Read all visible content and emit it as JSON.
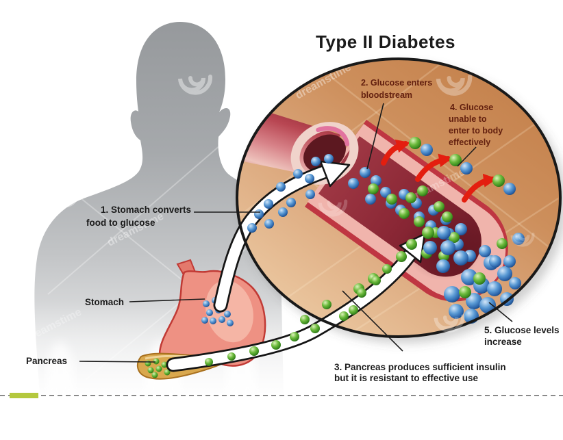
{
  "title": "Type II Diabetes",
  "labels": {
    "step1": {
      "line1": "1. Stomach converts",
      "line2": "food to glucose"
    },
    "step2": {
      "line1": "2. Glucose enters",
      "line2": "bloodstream"
    },
    "step3": {
      "line1": "3. Pancreas produces sufficient insulin",
      "line2": "but it is resistant to effective use"
    },
    "step4": {
      "line1": "4. Glucose",
      "line2": "unable to",
      "line3": "enter to body",
      "line4": "effectively"
    },
    "step5": {
      "line1": "5. Glucose levels",
      "line2": "increase"
    },
    "stomach": "Stomach",
    "pancreas": "Pancreas"
  },
  "watermark": {
    "text": "dreamstime"
  },
  "icons": {
    "glucose": "blue-sphere-glucose-molecule",
    "insulin": "green-sphere-insulin-molecule",
    "blocked_flow": "red-curved-arrow",
    "flow": "white-outlined-arrow",
    "logo": "dreamstime-spiral"
  },
  "colors": {
    "background": "#ffffff",
    "silhouette_gray": "#9a9da0",
    "circle_skin_light": "#ecc9a2",
    "circle_skin_dark": "#c5824d",
    "circle_border": "#191919",
    "vessel_outer": "#bf3642",
    "vessel_wall_pink": "#f0b4ac",
    "vessel_lumen": "#8a2735",
    "glucose_blue": "#3d78c0",
    "insulin_green": "#55a52e",
    "blocked_arrow_red": "#e41e0f",
    "flow_arrow_white": "#ffffff",
    "label_dark": "#1b1b1b",
    "label_maroon": "#63200f",
    "stomach_pink": "#ee9183",
    "stomach_border": "#c13a35",
    "pancreas_tan": "#d9a84e",
    "pancreas_border": "#a8701f",
    "divider_green": "#b4c83e"
  },
  "molecules": [
    {
      "layer": "mol-stomach",
      "color": "blue",
      "name": "glucose-molecule",
      "points": [
        [
          301,
          444,
          5
        ],
        [
          314,
          439,
          5
        ],
        [
          327,
          445,
          5
        ],
        [
          306,
          457,
          5
        ],
        [
          319,
          453,
          5
        ],
        [
          332,
          459,
          5
        ],
        [
          311,
          469,
          5
        ],
        [
          324,
          467,
          5
        ],
        [
          299,
          468,
          5
        ],
        [
          336,
          472,
          5
        ]
      ]
    },
    {
      "layer": "mol-pancreas",
      "color": "green",
      "name": "insulin-molecule",
      "points": [
        [
          216,
          531,
          4.5
        ],
        [
          228,
          528,
          4.5
        ],
        [
          240,
          533,
          4.5
        ],
        [
          220,
          541,
          4.5
        ],
        [
          232,
          539,
          4.5
        ],
        [
          244,
          544,
          4.5
        ],
        [
          226,
          548,
          4.5
        ]
      ]
    },
    {
      "layer": "mol-lumen",
      "color": "blue",
      "name": "glucose-molecule",
      "points": [
        [
          516,
          268,
          8
        ],
        [
          533,
          252,
          8
        ],
        [
          549,
          264,
          8
        ],
        [
          563,
          281,
          8
        ],
        [
          541,
          291,
          8
        ],
        [
          571,
          297,
          8
        ],
        [
          590,
          284,
          8
        ],
        [
          585,
          307,
          8
        ],
        [
          608,
          297,
          8
        ],
        [
          612,
          317,
          8
        ],
        [
          633,
          307,
          8
        ],
        [
          629,
          330,
          8
        ],
        [
          651,
          321,
          8
        ],
        [
          655,
          342,
          9
        ],
        [
          673,
          335,
          9
        ],
        [
          668,
          357,
          9
        ],
        [
          686,
          374,
          9
        ]
      ]
    },
    {
      "layer": "mol-lumen",
      "color": "green",
      "name": "insulin-molecule",
      "points": [
        [
          545,
          276,
          8
        ],
        [
          572,
          291,
          8
        ],
        [
          600,
          289,
          8
        ],
        [
          617,
          279,
          8
        ],
        [
          590,
          312,
          8
        ],
        [
          612,
          324,
          8
        ],
        [
          641,
          302,
          8
        ],
        [
          653,
          317,
          8
        ],
        [
          636,
          340,
          8
        ],
        [
          663,
          347,
          8
        ],
        [
          601,
          357,
          8
        ],
        [
          623,
          370,
          8
        ],
        [
          586,
          375,
          8
        ],
        [
          648,
          374,
          8
        ],
        [
          545,
          407,
          8
        ],
        [
          524,
          422,
          8
        ]
      ]
    },
    {
      "layer": "mol-cluster",
      "color": "blue",
      "name": "glucose-molecule",
      "points": [
        [
          628,
          362,
          10
        ],
        [
          648,
          340,
          10
        ],
        [
          654,
          362,
          11
        ],
        [
          673,
          377,
          11
        ],
        [
          647,
          389,
          10
        ],
        [
          685,
          405,
          12
        ],
        [
          660,
          430,
          12
        ],
        [
          703,
          417,
          12
        ],
        [
          717,
          384,
          11
        ],
        [
          692,
          440,
          12
        ],
        [
          722,
          422,
          11
        ],
        [
          737,
          400,
          11
        ],
        [
          666,
          455,
          11
        ],
        [
          688,
          462,
          11
        ],
        [
          712,
          446,
          12
        ],
        [
          744,
          382,
          9
        ],
        [
          757,
          349,
          9
        ],
        [
          752,
          414,
          9
        ],
        [
          740,
          437,
          10
        ],
        [
          708,
          367,
          9
        ],
        [
          723,
          382,
          9
        ]
      ]
    },
    {
      "layer": "mol-cluster",
      "color": "green",
      "name": "insulin-molecule",
      "points": [
        [
          625,
          340,
          9
        ],
        [
          679,
          427,
          9
        ],
        [
          700,
          407,
          9
        ],
        [
          733,
          356,
          8
        ]
      ]
    },
    {
      "layer": "mol-trail-a",
      "color": "blue",
      "name": "glucose-molecule",
      "points": [
        [
          368,
          333,
          7
        ],
        [
          378,
          313,
          7
        ],
        [
          393,
          327,
          7
        ],
        [
          392,
          298,
          7
        ],
        [
          413,
          310,
          7
        ],
        [
          410,
          273,
          7
        ],
        [
          425,
          296,
          7
        ],
        [
          435,
          254,
          7
        ],
        [
          452,
          261,
          7
        ],
        [
          461,
          236,
          7
        ],
        [
          453,
          284,
          7
        ],
        [
          480,
          232,
          7
        ]
      ]
    },
    {
      "layer": "mol-trail-b",
      "color": "green",
      "name": "insulin-molecule",
      "points": [
        [
          305,
          529,
          6
        ],
        [
          338,
          521,
          6
        ],
        [
          371,
          513,
          7
        ],
        [
          403,
          504,
          7
        ],
        [
          430,
          492,
          7
        ],
        [
          445,
          467,
          7
        ],
        [
          460,
          480,
          7
        ],
        [
          477,
          445,
          7
        ],
        [
          502,
          462,
          7
        ],
        [
          516,
          453,
          7
        ],
        [
          528,
          428,
          7
        ],
        [
          549,
          410,
          7
        ],
        [
          565,
          393,
          7
        ]
      ]
    },
    {
      "layer": "mol-pairs",
      "color": "green",
      "name": "insulin-molecule",
      "points": [
        [
          606,
          209,
          9
        ],
        [
          665,
          234,
          9
        ],
        [
          728,
          264,
          9
        ]
      ]
    },
    {
      "layer": "mol-pairs",
      "color": "blue",
      "name": "glucose-molecule",
      "points": [
        [
          623,
          219,
          9
        ],
        [
          681,
          246,
          9
        ],
        [
          744,
          276,
          9
        ]
      ]
    }
  ]
}
